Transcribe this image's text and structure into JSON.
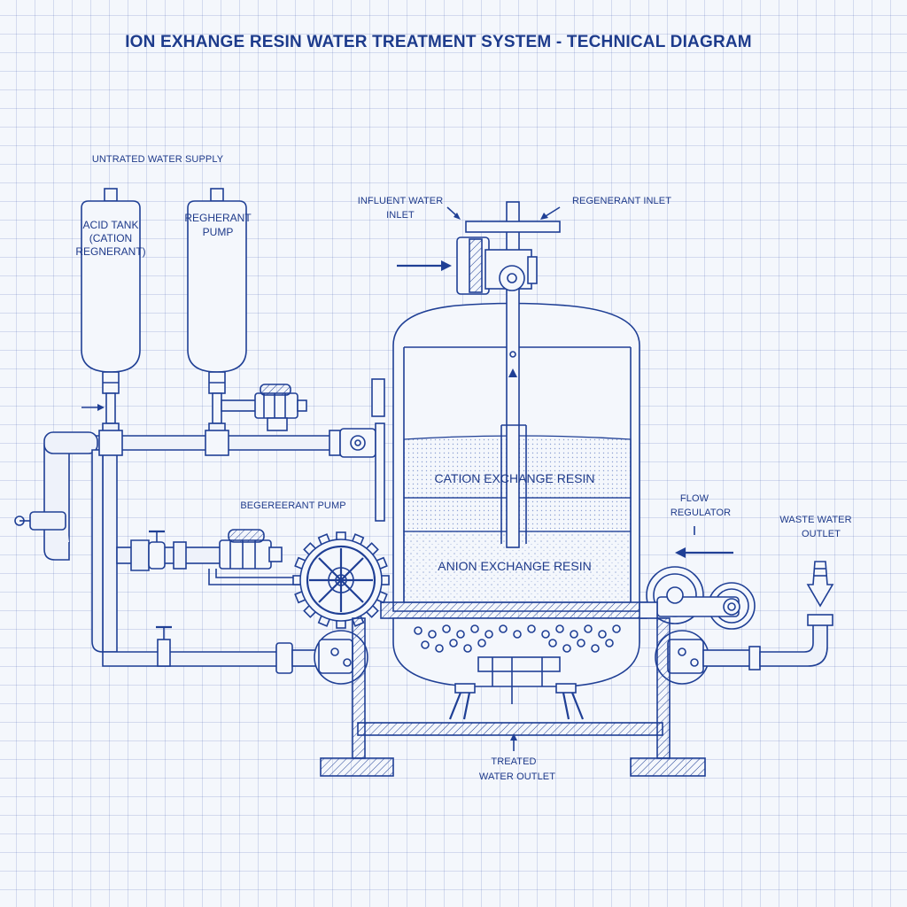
{
  "title": "ION EXHANGE RESIN WATER TREATMENT SYSTEM - TECHNICAL DIAGRAM",
  "labels": {
    "untreated_supply": "UNTRATED WATER SUPPLY",
    "acid_tank_l1": "ACID TANK",
    "acid_tank_l2": "(CATION",
    "acid_tank_l3": "REGNERANT)",
    "regen_pump_top_l1": "REGHERANT",
    "regen_pump_top_l2": "PUMP",
    "influent_l1": "INFLUENT WATER",
    "influent_l2": "INLET",
    "regenerant_inlet": "REGENERANT INLET",
    "regen_pump_mid": "BEGEREERANT PUMP",
    "cation_resin": "CATION EXCHANGE RESIN",
    "anion_resin": "ANION EXCHANGE RESIN",
    "flow_reg_l1": "FLOW",
    "flow_reg_l2": "REGULATOR",
    "waste_l1": "WASTE WATER",
    "waste_l2": "OUTLET",
    "treated_l1": "TREATED",
    "treated_l2": "WATER OUTLET"
  },
  "colors": {
    "ink": "#1f3f95",
    "paper": "#f4f7fc",
    "grid": "#9fb2da"
  }
}
